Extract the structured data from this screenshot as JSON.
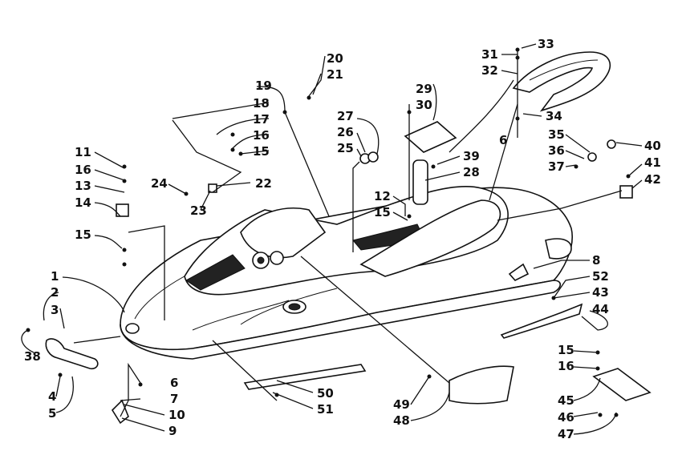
{
  "callouts": {
    "c1": "1",
    "c2": "2",
    "c3": "3",
    "c4": "4",
    "c5": "5",
    "c6": "6",
    "c7": "7",
    "c8": "8",
    "c9": "9",
    "c10": "10",
    "c11": "11",
    "c12": "12",
    "c13": "13",
    "c14": "14",
    "c15": "15",
    "c16": "16",
    "c17": "17",
    "c18": "18",
    "c19": "19",
    "c20": "20",
    "c21": "21",
    "c22": "22",
    "c23": "23",
    "c24": "24",
    "c25": "25",
    "c26": "26",
    "c27": "27",
    "c28": "28",
    "c29": "29",
    "c30": "30",
    "c31": "31",
    "c32": "32",
    "c33": "33",
    "c34": "34",
    "c35": "35",
    "c36": "36",
    "c37": "37",
    "c38": "38",
    "c39": "39",
    "c40": "40",
    "c41": "41",
    "c42": "42",
    "c43": "43",
    "c44": "44",
    "c45": "45",
    "c46": "46",
    "c47": "47",
    "c48": "48",
    "c49": "49",
    "c50": "50",
    "c51": "51",
    "c52": "52"
  },
  "colors": {
    "line": "#111111",
    "background": "#ffffff"
  }
}
